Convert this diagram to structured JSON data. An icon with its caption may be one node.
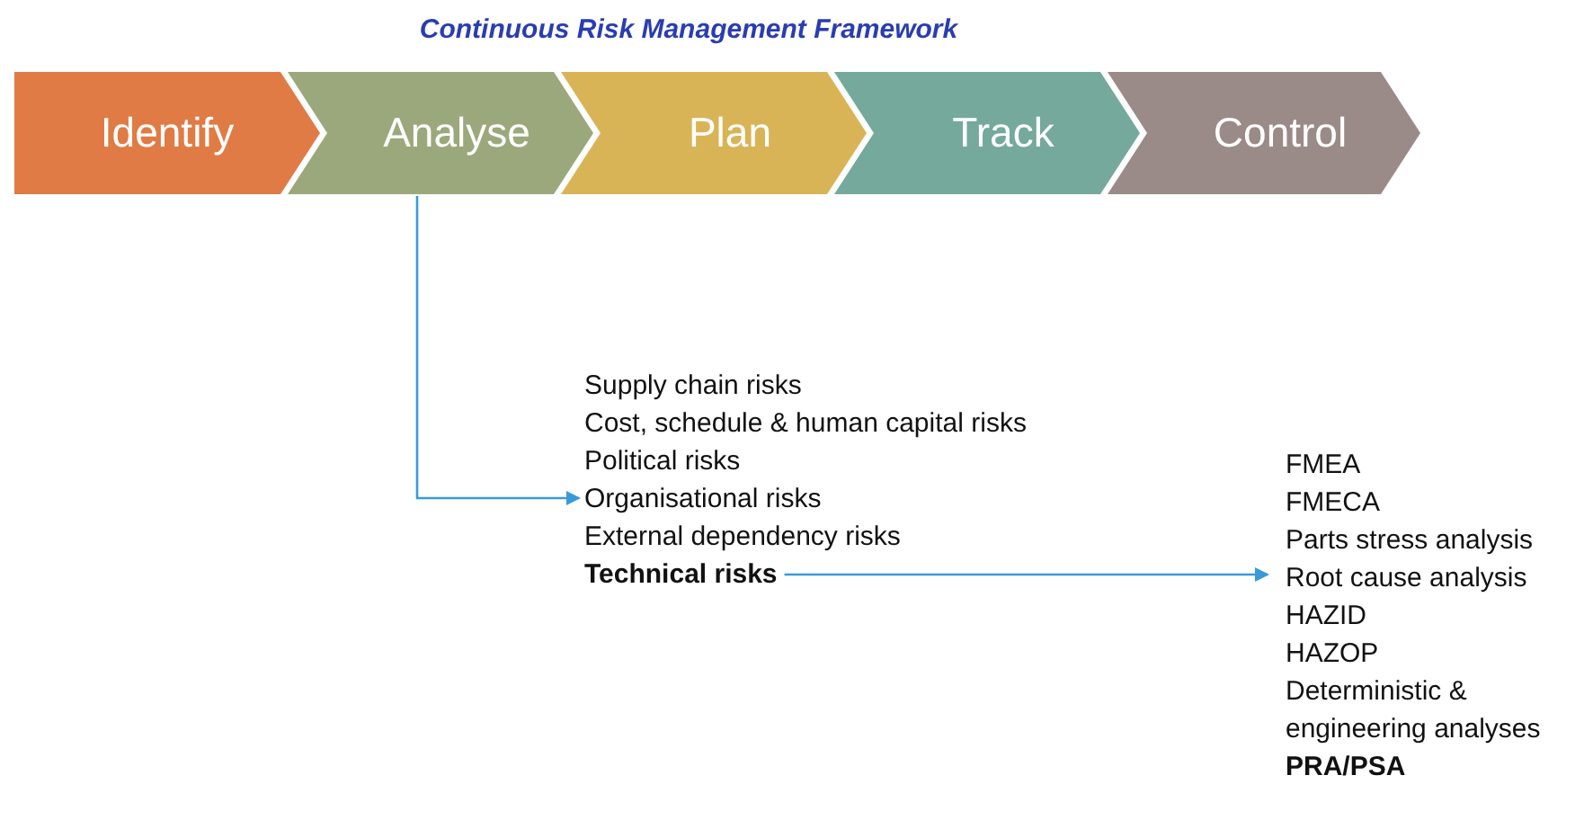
{
  "diagram": {
    "title": "Continuous Risk Management Framework",
    "nodes": [
      {
        "text": [
          "Identify"
        ]
      },
      {
        "text": [
          "Analyse"
        ]
      },
      {
        "text": [
          "Plan"
        ]
      },
      {
        "text": [
          "Track"
        ]
      },
      {
        "text": [
          "Control"
        ]
      },
      {
        "text": [
          "Supply chain risks",
          "Cost, schedule & human capital risks",
          "Political risks",
          "Organisational risks",
          "External dependency risks"
        ]
      },
      {
        "text": [
          "Technical risks"
        ]
      },
      {
        "text": [
          "FMEA",
          "FMECA",
          "Parts stress analysis",
          "Root cause analysis",
          "HAZID",
          "HAZOP",
          "Deterministic & engineering analyses",
          "PRA/PSA"
        ]
      }
    ],
    "edges": [
      {
        "from": 1,
        "to": 5,
        "arrow": "to"
      },
      {
        "from": 6,
        "to": 7,
        "arrow": "to"
      }
    ]
  }
}
